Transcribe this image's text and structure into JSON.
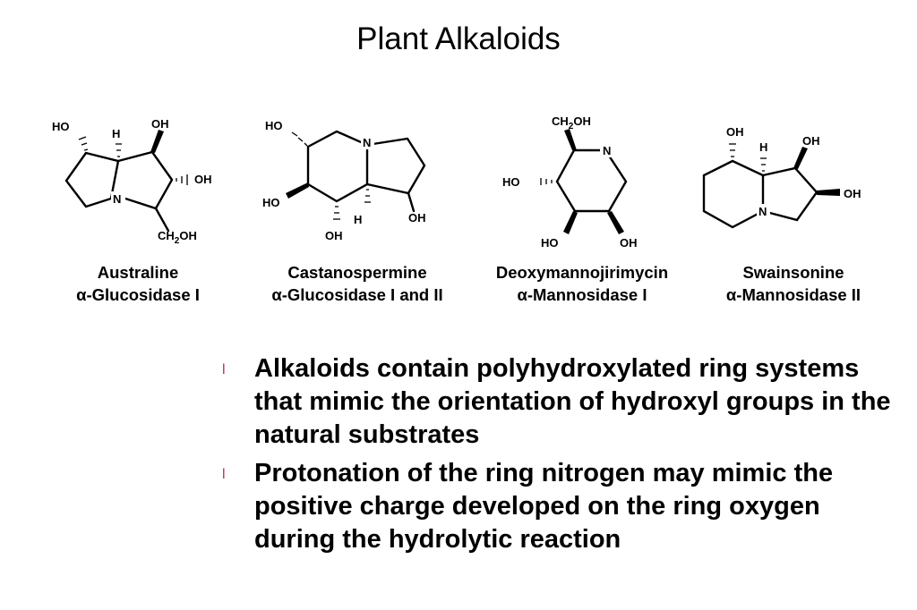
{
  "title": "Plant Alkaloids",
  "compounds": [
    {
      "name": "Australine",
      "enzyme": "α-Glucosidase I",
      "atoms": {
        "ho": "HO",
        "h": "H",
        "oh_top": "OH",
        "oh_right": "OH",
        "n": "N",
        "ch2oh_a": "CH",
        "ch2oh_sub": "2",
        "ch2oh_b": "OH"
      }
    },
    {
      "name": "Castanospermine",
      "enzyme": "α-Glucosidase I and II",
      "atoms": {
        "ho_top": "HO",
        "n": "N",
        "ho_left": "HO",
        "h": "H",
        "oh_bottom": "OH",
        "oh_right": "OH"
      }
    },
    {
      "name": "Deoxymannojirimycin",
      "enzyme": "α-Mannosidase I",
      "atoms": {
        "ch2oh_a": "CH",
        "ch2oh_sub": "2",
        "ch2oh_b": "OH",
        "n": "N",
        "ho_left": "HO",
        "ho_bottom": "HO",
        "oh_bottom": "OH"
      }
    },
    {
      "name": "Swainsonine",
      "enzyme": "α-Mannosidase II",
      "atoms": {
        "oh_top": "OH",
        "h": "H",
        "oh_top_right": "OH",
        "oh_right": "OH",
        "n": "N"
      }
    }
  ],
  "bullets": [
    {
      "marker": "l",
      "text": "Alkaloids contain polyhydroxylated ring systems that mimic the orientation of hydroxyl groups in the natural substrates"
    },
    {
      "marker": "l",
      "text": "Protonation of the ring nitrogen may mimic the positive charge developed on the ring oxygen during the hydrolytic reaction"
    }
  ],
  "colors": {
    "bullet_marker": "#c0304a",
    "text": "#000000",
    "background": "#ffffff"
  }
}
